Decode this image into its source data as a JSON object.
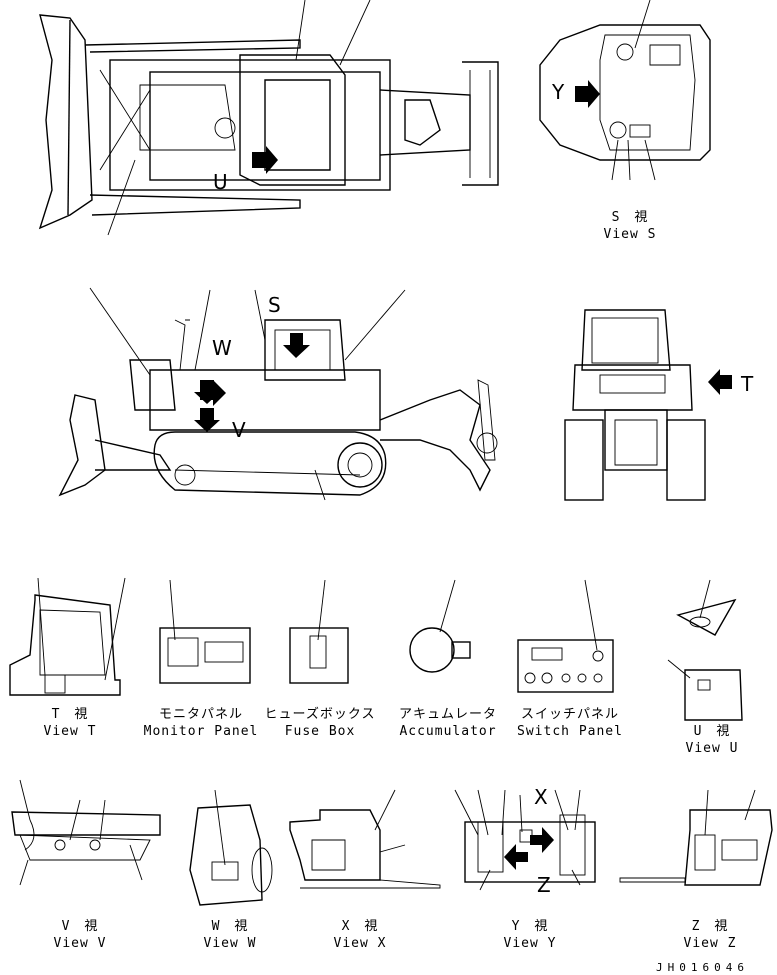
{
  "views": {
    "s": {
      "jp": "S　視",
      "en": "View S"
    },
    "t": {
      "jp": "T　視",
      "en": "View T"
    },
    "u": {
      "jp": "U　視",
      "en": "View U"
    },
    "v": {
      "jp": "V　視",
      "en": "View V"
    },
    "w": {
      "jp": "W　視",
      "en": "View W"
    },
    "x": {
      "jp": "X　視",
      "en": "View X"
    },
    "y": {
      "jp": "Y　視",
      "en": "View Y"
    },
    "z": {
      "jp": "Z　視",
      "en": "View Z"
    }
  },
  "components": {
    "monitor": {
      "jp": "モニタパネル",
      "en": "Monitor Panel"
    },
    "fuse": {
      "jp": "ヒューズボックス",
      "en": "Fuse Box"
    },
    "accumulator": {
      "jp": "アキュムレータ",
      "en": "Accumulator"
    },
    "switch": {
      "jp": "スイッチパネル",
      "en": "Switch Panel"
    }
  },
  "markers": {
    "s": "S",
    "t": "T",
    "u": "U",
    "v": "V",
    "w": "W",
    "x": "X",
    "y": "Y",
    "z": "Z"
  },
  "doc_id": "JH016046"
}
